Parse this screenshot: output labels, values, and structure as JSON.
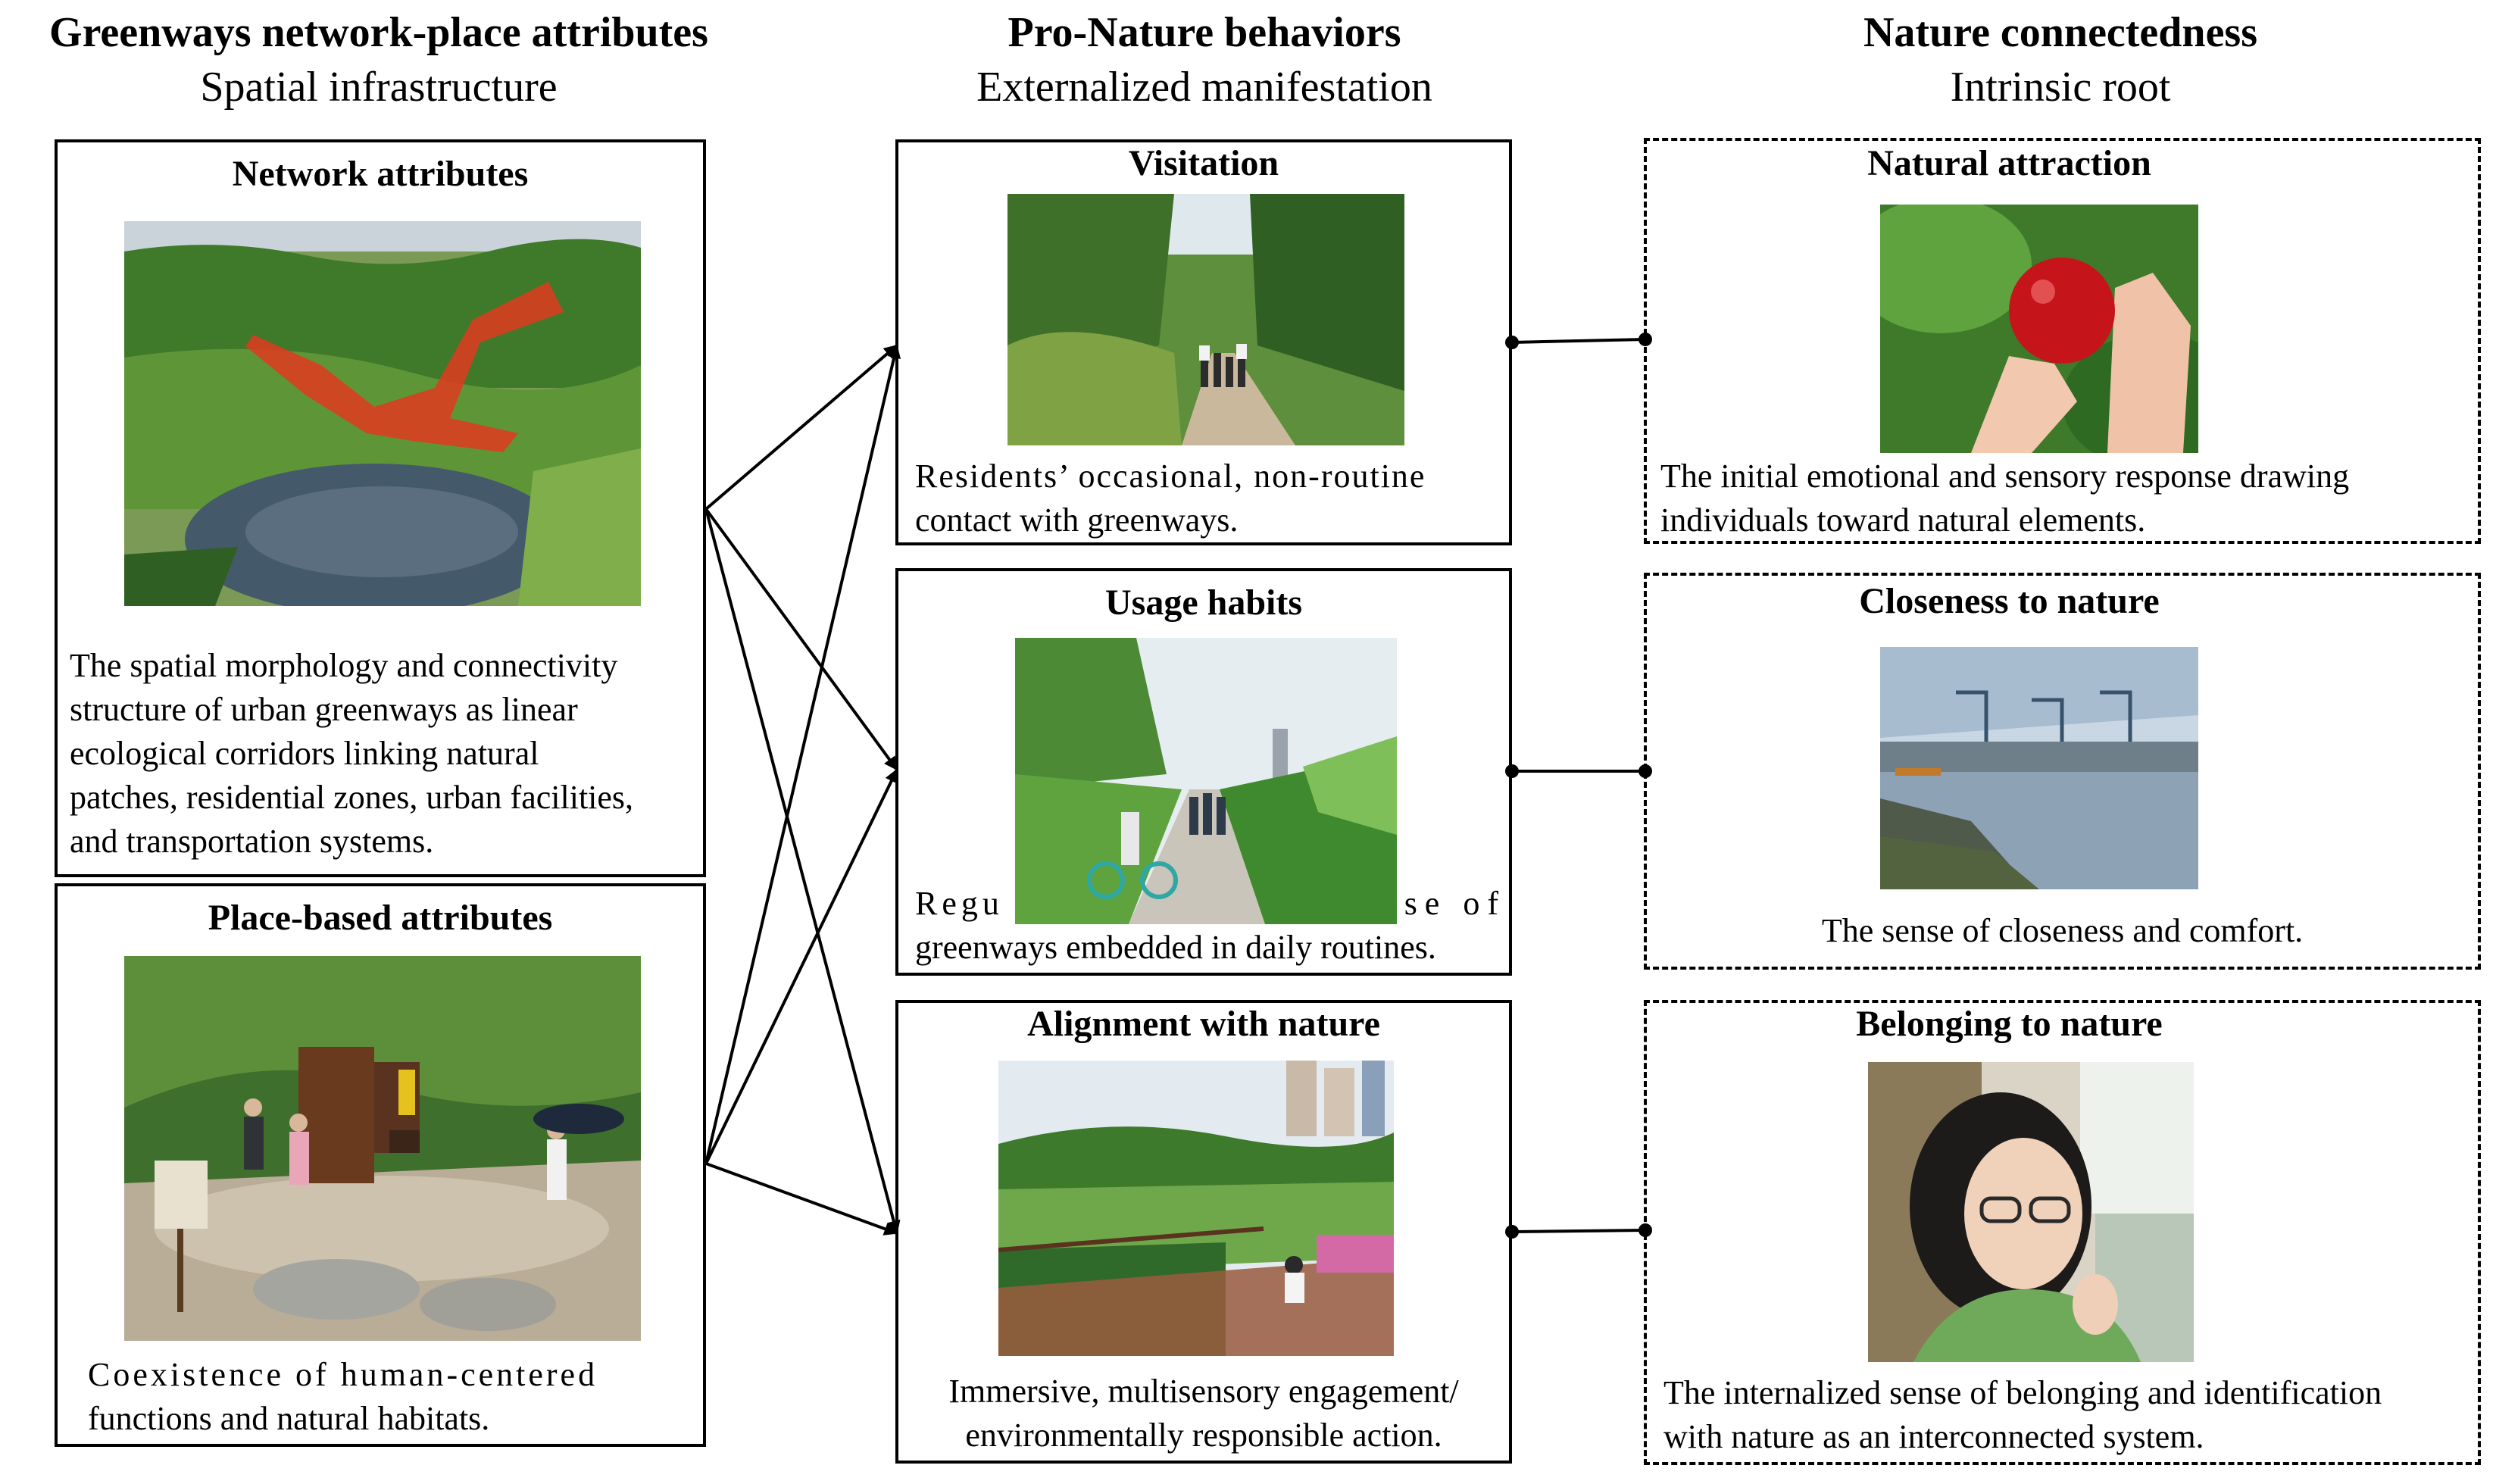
{
  "columns": [
    {
      "title": "Greenways network-place attributes",
      "subtitle": "Spatial infrastructure"
    },
    {
      "title": "Pro-Nature behaviors",
      "subtitle": "Externalized manifestation"
    },
    {
      "title": "Nature connectedness",
      "subtitle": "Intrinsic root"
    }
  ],
  "left_boxes": [
    {
      "title": "Network attributes",
      "lines": [
        "The spatial morphology and connectivity",
        "structure of urban greenways as linear",
        "ecological corridors linking natural",
        "patches, residential zones, urban facilities,",
        "and transportation systems."
      ]
    },
    {
      "title": "Place-based attributes",
      "lines": [
        "Coexistence of human-centered",
        "functions and natural habitats."
      ]
    }
  ],
  "middle_boxes": [
    {
      "title": "Visitation",
      "lines": [
        "Residents’ occasional, non-routine",
        "contact with greenways."
      ]
    },
    {
      "title": "Usage habits",
      "lines": [
        "Regu",
        "se of",
        "greenways embedded in daily routines."
      ]
    },
    {
      "title": "Alignment with nature",
      "lines": [
        "Immersive, multisensory engagement/",
        "environmentally responsible action."
      ]
    }
  ],
  "right_boxes": [
    {
      "title": "Natural attraction",
      "lines": [
        "The initial emotional and sensory response drawing",
        "individuals toward natural elements."
      ]
    },
    {
      "title": "Closeness to nature",
      "lines": [
        "The sense of closeness and comfort."
      ]
    },
    {
      "title": "Belonging to nature",
      "lines": [
        "The internalized sense of belonging and identification",
        "with nature as an interconnected system."
      ]
    }
  ],
  "colors": {
    "border": "#000000",
    "path": "#e03a1e",
    "foliage": "#4f8a2e",
    "sky": "#dde6ee"
  }
}
